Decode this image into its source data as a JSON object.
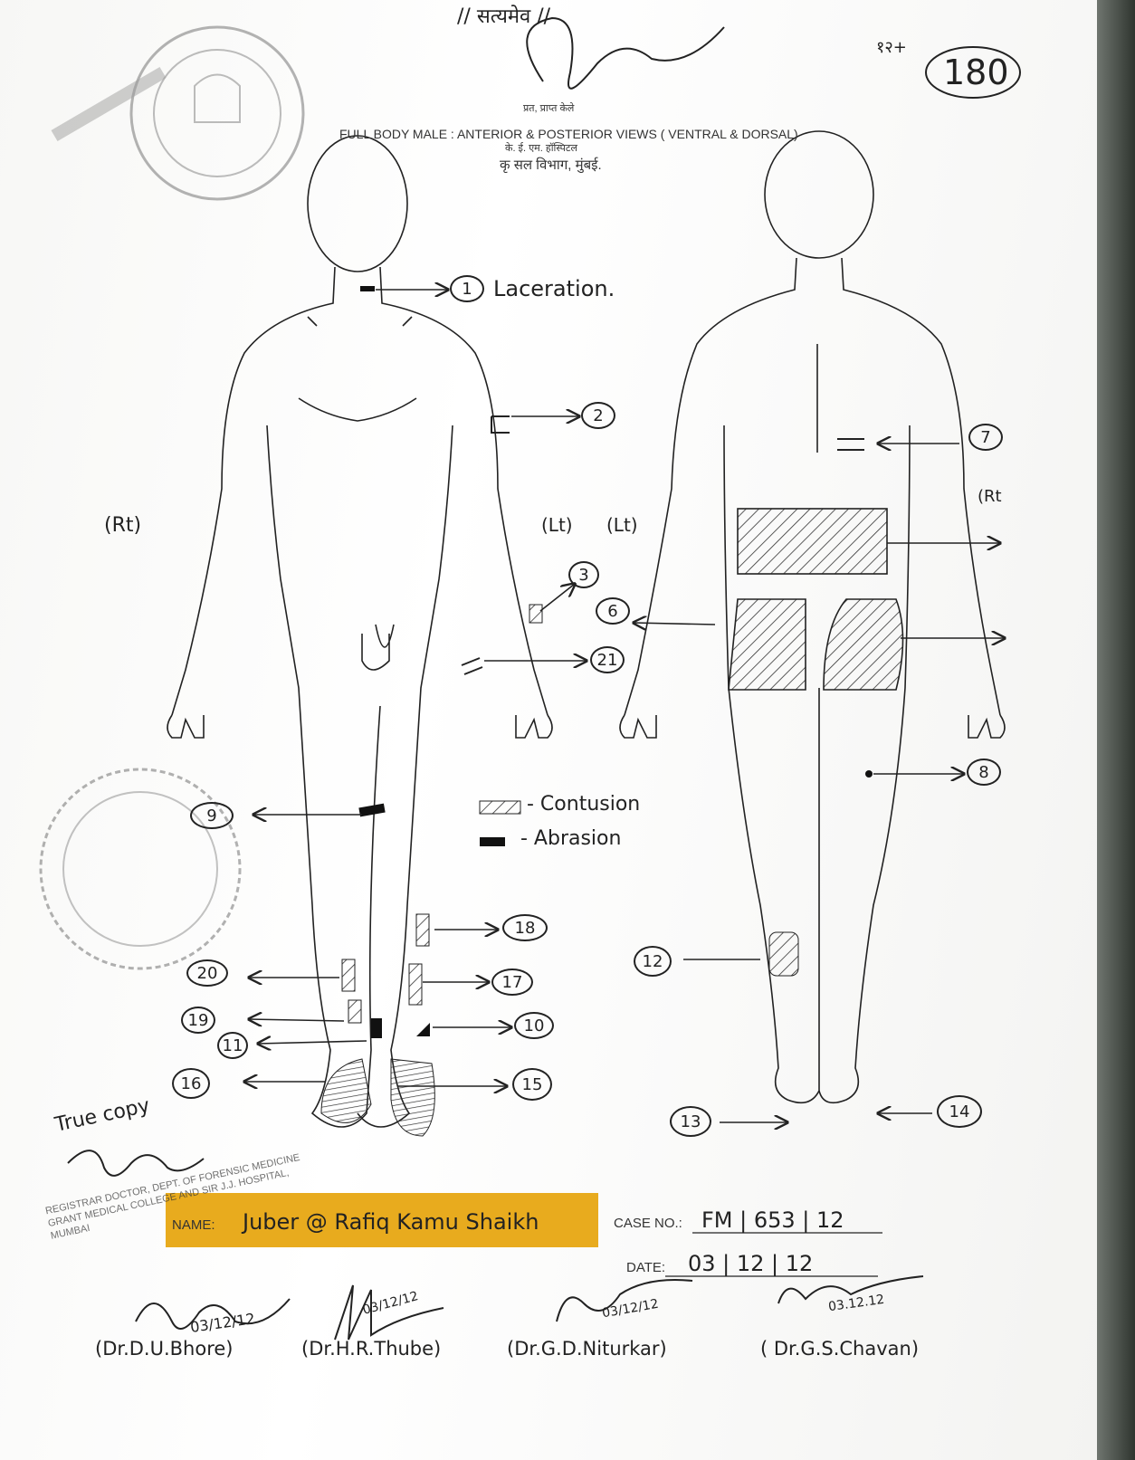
{
  "header": {
    "top_marks": "// सत्यमेव //",
    "page_ref": "180",
    "page_ref_prefix": "१२+",
    "title": "FULL BODY MALE : ANTERIOR & POSTERIOR VIEWS ( VENTRAL & DORSAL)",
    "stamp_line_1": "प्रत, प्राप्त केले",
    "stamp_line_2": "के. ई. एम. हॉस्पिटल",
    "stamp_line_3": "कृ सल विभाग, मुंबई."
  },
  "diagram": {
    "side_right": "(Rt)",
    "side_left_1": "(Lt)",
    "side_left_2": "(Lt)",
    "side_right_back": "(Rt",
    "laceration_label": "Laceration.",
    "legend": [
      {
        "symbol": "hatched",
        "label": "- Contusion"
      },
      {
        "symbol": "solid",
        "label": "- Abrasion"
      }
    ],
    "injury_numbers": [
      "1",
      "2",
      "3",
      "6",
      "21",
      "7",
      "8",
      "12",
      "9",
      "19",
      "20",
      "11",
      "16",
      "17",
      "10",
      "15",
      "13",
      "14",
      "18"
    ]
  },
  "footer": {
    "name_label": "NAME:",
    "name_value": "Juber @ Rafiq Kamu Shaikh",
    "case_label": "CASE NO.:",
    "case_value": "FM | 653 | 12",
    "date_label": "DATE:",
    "date_value": "03 | 12 | 12",
    "true_copy": "True copy",
    "reg_block": "REGISTRAR DOCTOR, DEPT. OF FORENSIC MEDICINE GRANT MEDICAL COLLEGE AND SIR J.J. HOSPITAL, MUMBAI",
    "doctors": [
      {
        "name": "(Dr.D.U.Bhore)",
        "date": "03/12/12"
      },
      {
        "name": "(Dr.H.R.Thube)",
        "date": "03/12/12"
      },
      {
        "name": "(Dr.G.D.Niturkar)",
        "date": "03/12/12"
      },
      {
        "name": "( Dr.G.S.Chavan)",
        "date": "03.12.12"
      }
    ]
  }
}
